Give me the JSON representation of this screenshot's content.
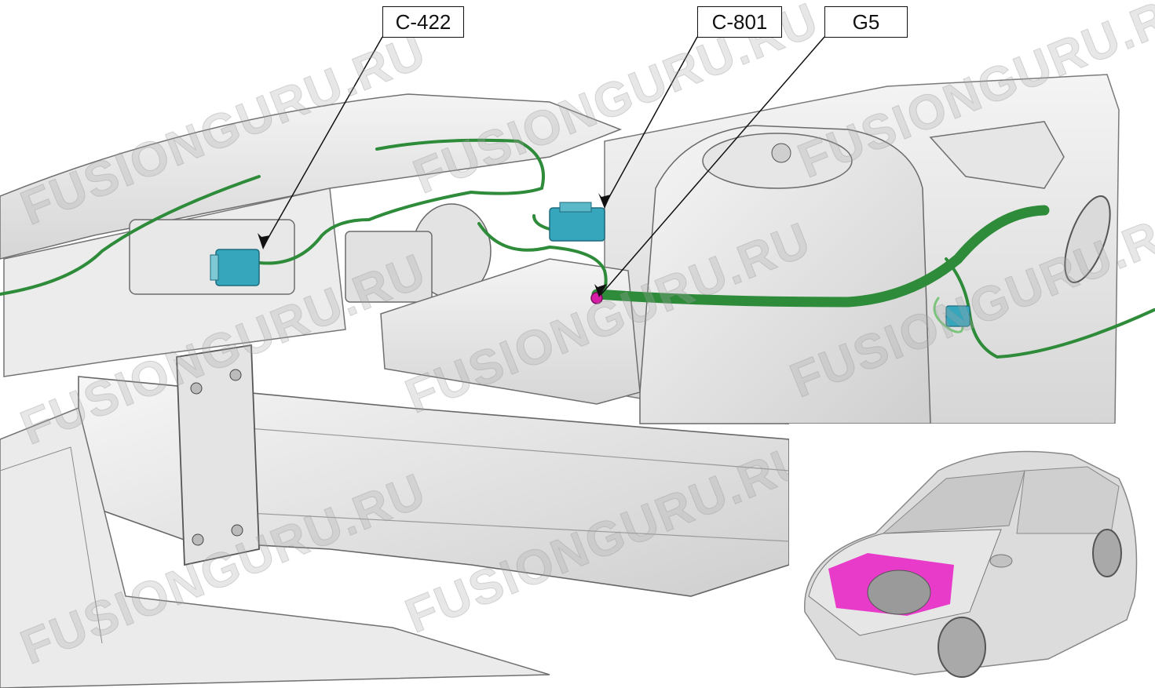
{
  "callouts": {
    "c422": "C-422",
    "c801": "C-801",
    "g5": "G5"
  },
  "watermark": "FUSIONGURU.RU",
  "colors": {
    "harness": "#2e8b3a",
    "connector": "#36a6bd",
    "ground_point": "#d61fa6",
    "inset_highlight": "#e81cc4",
    "body_panel": "#e9e9e9",
    "panel_edge": "#6f6f6f"
  }
}
